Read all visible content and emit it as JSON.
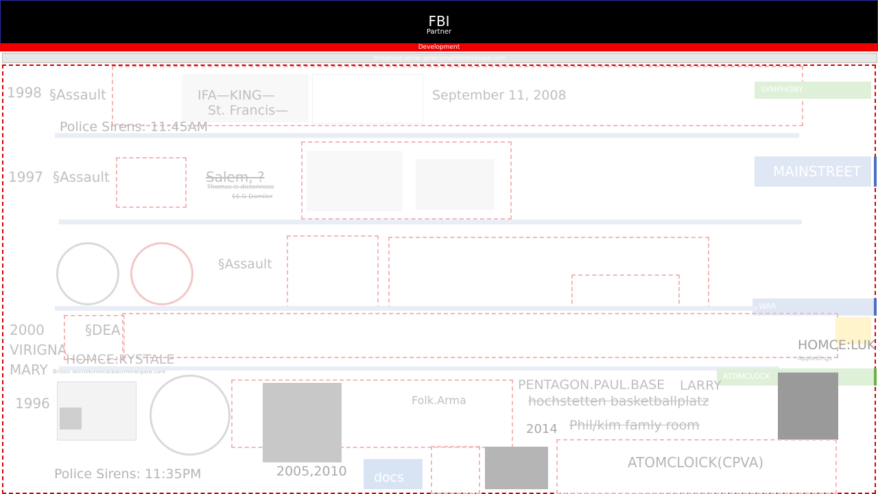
{
  "header": {
    "title": "FBI",
    "subtitle": "Partner"
  },
  "dev_bar": {
    "label": "Development"
  },
  "url_bar": {
    "text": "Streaming server gallery/mainstreet/player.com"
  },
  "rows": {
    "r1": {
      "year": "1998",
      "tag": "§Assault",
      "title1": "IFA—KING—",
      "title2": "St. Francis—",
      "date": "September 11, 2008",
      "caption": "Police Sirens: 11:45AM"
    },
    "r2": {
      "year": "1997",
      "tag": "§Assault",
      "place": "Salem, ?",
      "note1": "Thomas is dictorinsec",
      "note2": "$$.G Damiler"
    },
    "r3": {
      "tag": "§Assault"
    },
    "r4": {
      "year": "2000",
      "tag": "§DEA",
      "line1": "VIRIGNA",
      "line2": "MARY",
      "homice": "HOMCE:KYSTALE",
      "homice_sub": "Bristol Norfolk/Police/Baltimore/gate.care",
      "right_label": "HOMCE:LUK",
      "right_sub": "Appledings"
    },
    "r5": {
      "year": "1996",
      "pentagon": "PENTAGON.PAUL.BASE",
      "larry": "LARRY",
      "hoch": "hochstetten basketballplatz",
      "year2": "2014",
      "phil": "Phil/kim  famly room",
      "years": "2005,2010",
      "docs": "docs",
      "atom": "ATOMCLOICK(CPVA)",
      "box_label": "Folk.Arma",
      "caption": "Police Sirens: 11:35PM"
    }
  },
  "side_tags": {
    "symphony": "SYMPHONY",
    "mainstreet": "MAINSTREET",
    "war": "WAR",
    "atomclock": "ATOMCLOCK"
  },
  "colors": {
    "header_bg": "#000000",
    "dev_bar": "#ee0000",
    "frame": "#d00000",
    "tag_green": "#dff0d8",
    "tag_blue": "#dfe7f4"
  }
}
